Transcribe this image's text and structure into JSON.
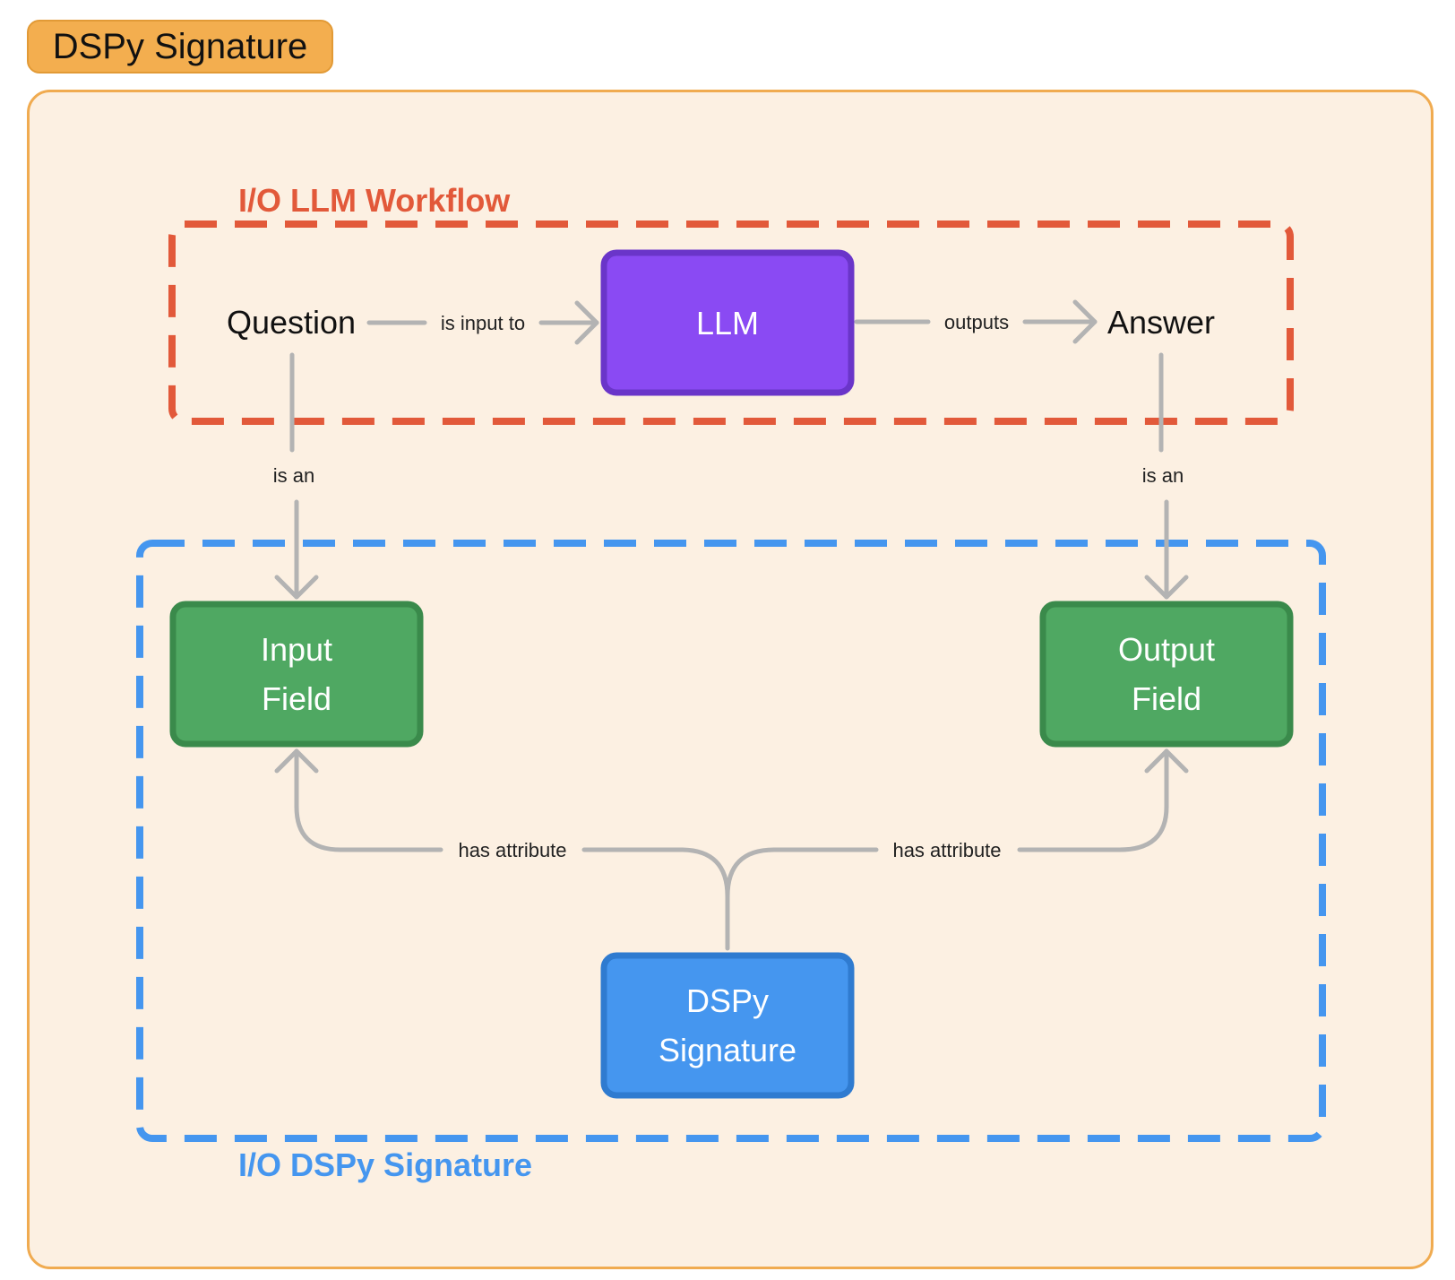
{
  "title": "DSPy Signature",
  "groups": {
    "llm_workflow": {
      "label": "I/O LLM Workflow",
      "color": "#e2593a"
    },
    "dspy_signature": {
      "label": "I/O DSPy Signature",
      "color": "#4596ef"
    }
  },
  "nodes": {
    "question": {
      "label": "Question"
    },
    "llm": {
      "label": "LLM",
      "fill": "#8a4af3",
      "border": "#6a35c9"
    },
    "answer": {
      "label": "Answer"
    },
    "input_field": {
      "line1": "Input",
      "line2": "Field",
      "fill": "#4fa862",
      "border": "#3a8a4b"
    },
    "output_field": {
      "line1": "Output",
      "line2": "Field",
      "fill": "#4fa862",
      "border": "#3a8a4b"
    },
    "dspy_signature": {
      "line1": "DSPy",
      "line2": "Signature",
      "fill": "#4596ef",
      "border": "#2f7bd0"
    }
  },
  "edges": {
    "question_to_llm": "is input to",
    "llm_to_answer": "outputs",
    "question_to_input": "is an",
    "answer_to_output": "is an",
    "signature_to_input": "has attribute",
    "signature_to_output": "has attribute"
  },
  "colors": {
    "title_tab": "#f3ae4f",
    "panel_background": "#fcf0e2",
    "panel_border": "#f0ab50",
    "edge": "#b3b3b3"
  }
}
